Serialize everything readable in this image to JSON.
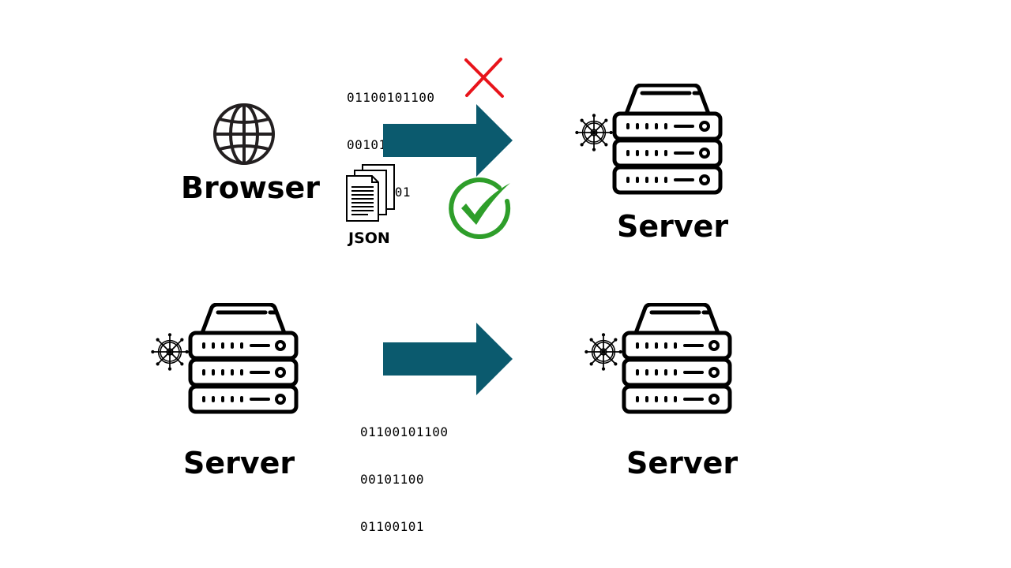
{
  "top": {
    "browser_label": "Browser",
    "binary_lines": [
      "01100101100",
      "00101100",
      "01100101"
    ],
    "json_label": "JSON",
    "server_label": "Server"
  },
  "bottom": {
    "binary_lines": [
      "01100101100",
      "00101100",
      "01100101"
    ],
    "left_server_label": "Server",
    "right_server_label": "Server"
  },
  "colors": {
    "arrow": "#0b5a6e",
    "reject": "#e8141b",
    "accept": "#2e9e2a"
  },
  "icons": {
    "browser": "globe-icon",
    "payload": "document-stack-icon",
    "rejected": "red-x-icon",
    "accepted": "green-check-icon",
    "server": "server-rack-icon",
    "cluster": "ships-wheel-icon"
  }
}
